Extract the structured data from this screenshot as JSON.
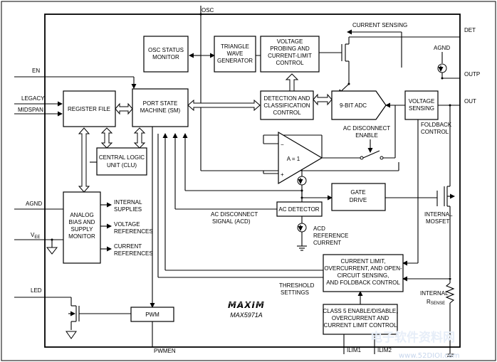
{
  "chip": {
    "brand": "MAXIM",
    "part": "MAX5971A"
  },
  "pins": {
    "osc": "OSC",
    "det": "DET",
    "outp": "OUTP",
    "out": "OUT",
    "en": "EN",
    "legacy": "LEGACY",
    "midspan": "MIDSPAN",
    "agnd_left": "AGND",
    "agnd_right": "AGND",
    "vee_main": "V",
    "vee_sub": "EE",
    "led": "LED",
    "pwmen": "PWMEN",
    "ilim1": "ILIM1",
    "ilim2": "ILIM2"
  },
  "blocks": {
    "osc_status": [
      "OSC STATUS",
      "MONITOR"
    ],
    "triangle": [
      "TRIANGLE",
      "WAVE",
      "GENERATOR"
    ],
    "voltage_probing": [
      "VOLTAGE",
      "PROBING AND",
      "CURRENT-LIMIT",
      "CONTROL"
    ],
    "register_file": [
      "REGISTER FILE"
    ],
    "port_state": [
      "PORT STATE",
      "MACHINE (SM)"
    ],
    "detection": [
      "DETECTION AND",
      "CLASSIFICATION",
      "CONTROL"
    ],
    "adc": "9-BIT ADC",
    "voltage_sensing": [
      "VOLTAGE",
      "SENSING"
    ],
    "central_logic": [
      "CENTRAL LOGIC",
      "UNIT (CLU)"
    ],
    "opamp": "A = 1",
    "gate_drive": [
      "GATE",
      "DRIVE"
    ],
    "analog_bias": [
      "ANALOG",
      "BIAS AND",
      "SUPPLY",
      "MONITOR"
    ],
    "ac_detector": "AC DETECTOR",
    "current_limit": [
      "CURRENT LIMIT,",
      "OVERCURRENT, AND OPEN-",
      "CIRCUIT SENSING,",
      "AND FOLDBACK CONTROL"
    ],
    "pwm": "PWM",
    "class5": [
      "CLASS 5 ENABLE/DISABLE,",
      "OVERCURRENT AND",
      "CURRENT LIMIT CONTROL"
    ]
  },
  "labels": {
    "current_sensing": "CURRENT SENSING",
    "ac_disconnect_enable": [
      "AC DISCONNECT",
      "ENABLE"
    ],
    "foldback_control": [
      "FOLDBACK",
      "CONTROL"
    ],
    "internal_supplies": [
      "INTERNAL",
      "SUPPLIES"
    ],
    "voltage_references": [
      "VOLTAGE",
      "REFERENCES"
    ],
    "current_references": [
      "CURRENT",
      "REFERENCES"
    ],
    "ac_disconnect_signal": [
      "AC DISCONNECT",
      "SIGNAL (ACD)"
    ],
    "acd_reference_current": [
      "ACD",
      "REFERENCE",
      "CURRENT"
    ],
    "internal_mosfet": [
      "INTERNAL",
      "MOSFET"
    ],
    "threshold_settings": [
      "THRESHOLD",
      "SETTINGS"
    ],
    "internal_rsense_main": "INTERNAL",
    "internal_rsense_r": "R",
    "internal_rsense_sub": "SENSE",
    "minus": "−",
    "plus": "+"
  },
  "watermark": {
    "main": "电子软件资料网",
    "url": "www.52DIOI.com"
  }
}
